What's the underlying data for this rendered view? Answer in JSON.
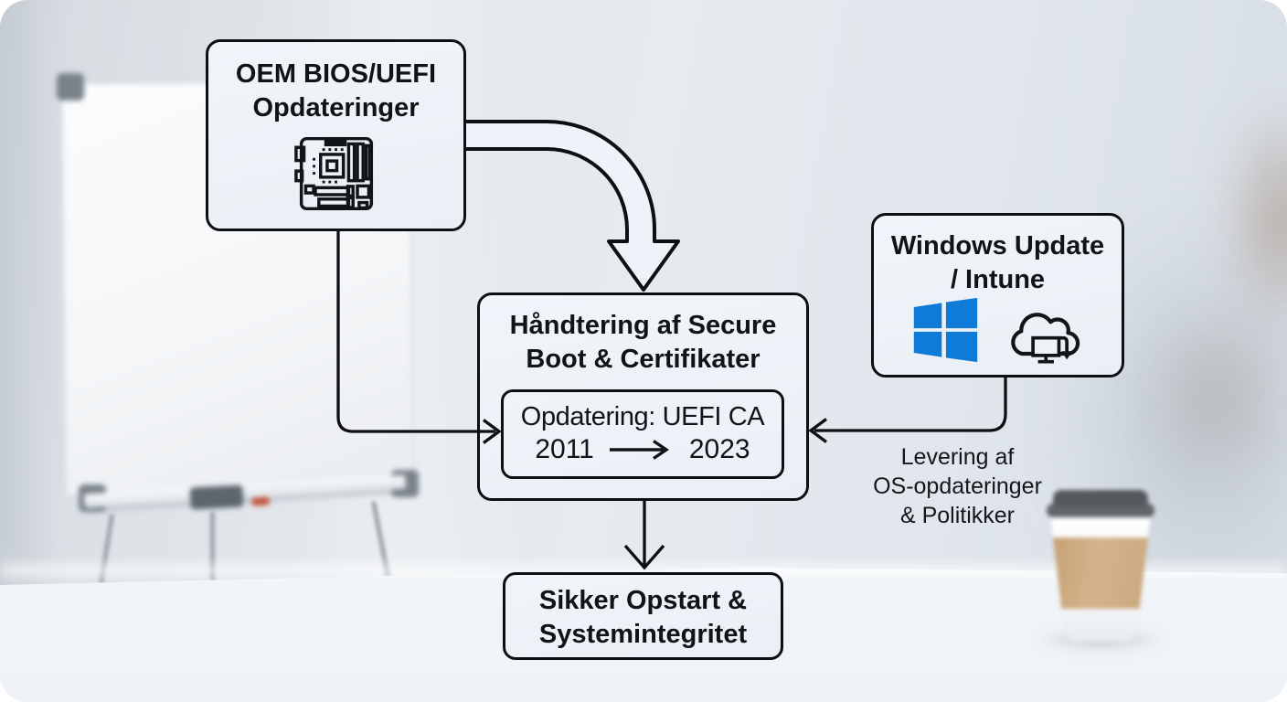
{
  "nodes": {
    "oem": {
      "line1": "OEM BIOS/UEFI",
      "line2": "Opdateringer",
      "icon": "motherboard-icon"
    },
    "management": {
      "line1": "Håndtering af Secure",
      "line2": "Boot & Certifikater",
      "update": {
        "line1": "Opdatering: UEFI CA",
        "from_year": "2011",
        "to_year": "2023"
      }
    },
    "windows": {
      "line1": "Windows Update",
      "line2": "/ Intune",
      "icons": [
        "windows-logo-icon",
        "cloud-download-icon"
      ]
    },
    "outcome": {
      "line1": "Sikker Opstart &",
      "line2": "Systemintegritet"
    }
  },
  "labels": {
    "delivery": {
      "line1": "Levering af",
      "line2": "OS-opdateringer",
      "line3": "& Politikker"
    }
  },
  "colors": {
    "windows_blue": "#0e7bd8",
    "diagram_stroke": "#0d0f13",
    "box_fill": "#eef3f8",
    "wall": "#dfe5ea",
    "table": "#f3f7fa",
    "cup_sleeve": "#cfae85",
    "cup_lid": "#595d62",
    "marker_red": "#c1523c"
  }
}
